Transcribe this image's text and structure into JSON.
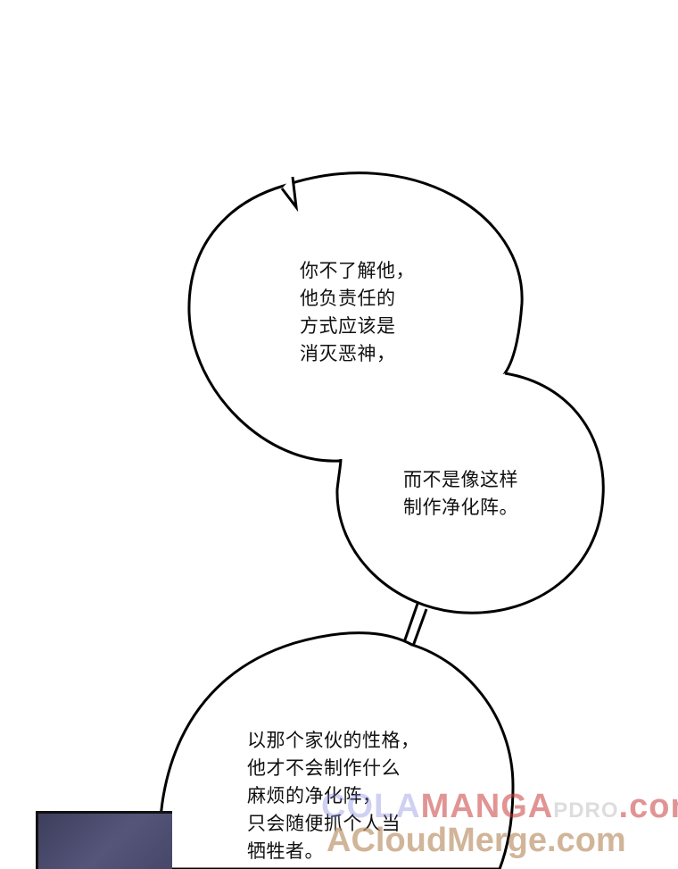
{
  "bubbles": [
    {
      "lines": "你不了解他，\n他负责任的\n方式应该是\n消灭恶神，"
    },
    {
      "lines": "而不是像这样\n制作净化阵。"
    },
    {
      "lines": "以那个家伙的性格，\n他才不会制作什么\n麻烦的净化阵，\n只会随便抓个人当\n牺牲者。"
    }
  ],
  "watermarks": {
    "top_prefix": "COLA",
    "top_main": "MANGA",
    "top_suffix": "PDRO",
    "top_domain": ".com",
    "bottom": "ACloudMerge.com"
  }
}
